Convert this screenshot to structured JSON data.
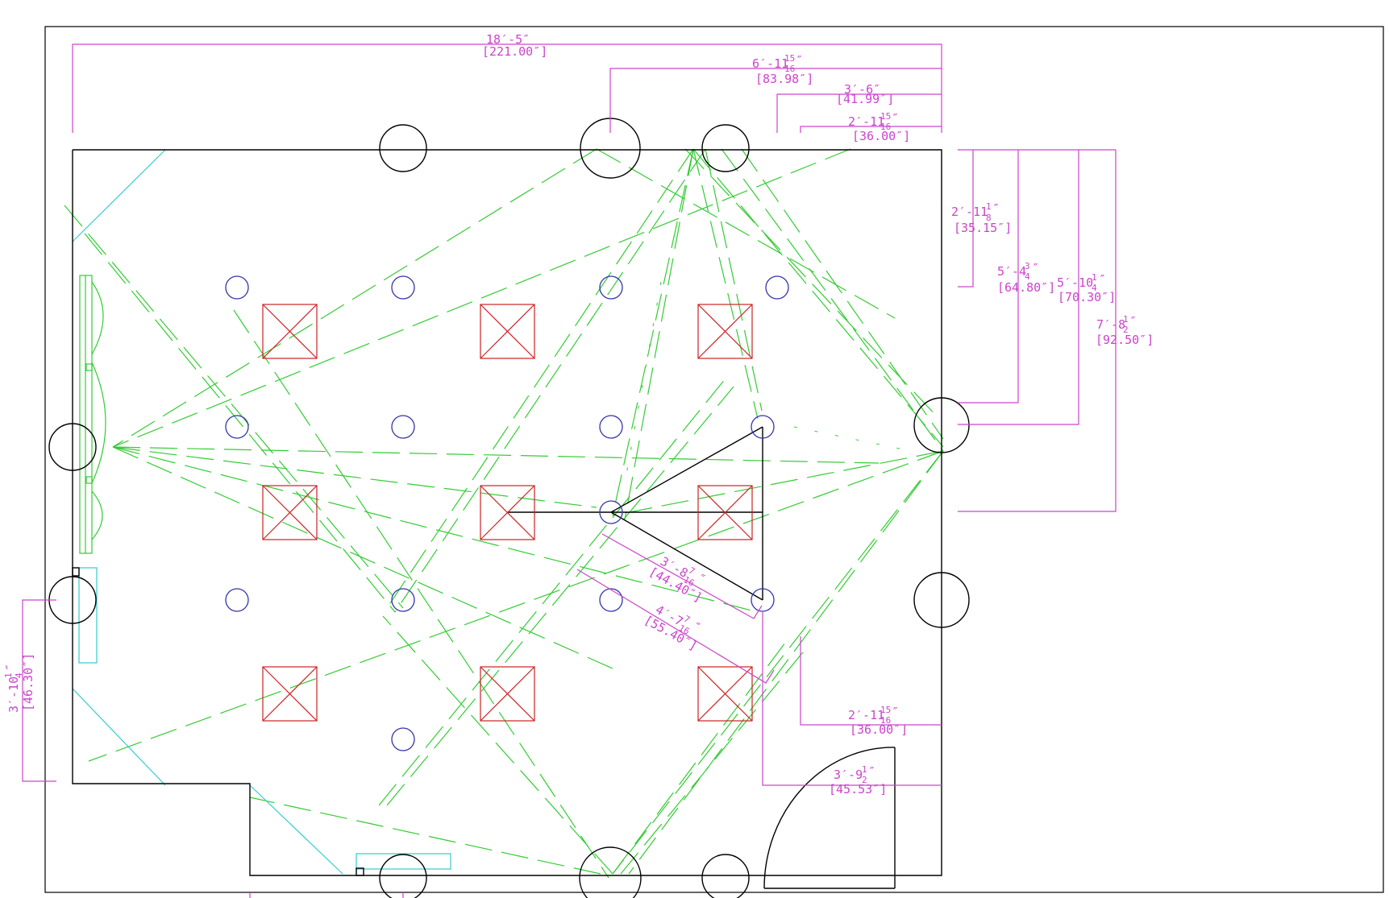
{
  "colors": {
    "background": "#ffffff",
    "wall": "#000000",
    "dimension": "#cc44cc",
    "light_pattern": "#33cc33",
    "aux": "#33cccc",
    "downlight": "#3333aa",
    "speaker": "#cc2222"
  },
  "dimensions": {
    "overall_width": {
      "imperial": "18′-5″",
      "inches": "[221.00″]"
    },
    "d1": {
      "ft_in": "6′-11",
      "num": "15",
      "den": "16",
      "unit": "″",
      "inches": "[83.98″]"
    },
    "d2": {
      "imperial": "3′-6″",
      "inches": "[41.99″]"
    },
    "d3": {
      "ft_in": "2′-11",
      "num": "15",
      "den": "16",
      "unit": "″",
      "inches": "[36.00″]"
    },
    "v1": {
      "ft_in": "2′-11",
      "num": "1",
      "den": "8",
      "unit": "″",
      "inches": "[35.15″]"
    },
    "v2": {
      "ft_in": "5′-4",
      "num": "3",
      "den": "4",
      "unit": "″",
      "inches": "[64.80″]"
    },
    "v3": {
      "ft_in": "5′-10",
      "num": "1",
      "den": "4",
      "unit": "″",
      "inches": "[70.30″]"
    },
    "v4": {
      "ft_in": "7′-8",
      "num": "1",
      "den": "2",
      "unit": "″",
      "inches": "[92.50″]"
    },
    "diag1": {
      "ft_in": "3′-8",
      "num": "7",
      "den": "16",
      "unit": "″",
      "inches": "[44.40″]"
    },
    "diag2": {
      "ft_in": "4′-7",
      "num": "7",
      "den": "16",
      "unit": "″",
      "inches": "[55.40″]"
    },
    "lower_h": {
      "ft_in": "2′-11",
      "num": "15",
      "den": "16",
      "unit": "″",
      "inches": "[36.00″]"
    },
    "door": {
      "ft_in": "3′-9",
      "num": "1",
      "den": "2",
      "unit": "″",
      "inches": "[45.53″]"
    },
    "left_v": {
      "ft_in": "3′-10",
      "num": "1",
      "den": "4",
      "unit": "″",
      "inches": "[46.30″]"
    }
  }
}
